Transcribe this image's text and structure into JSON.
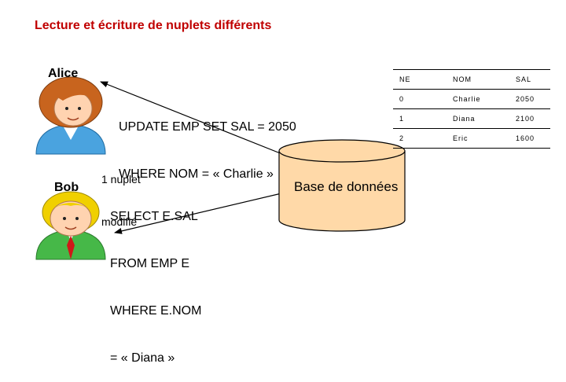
{
  "slide": {
    "title": "Lecture et écriture de nuplets différents"
  },
  "actors": {
    "alice": {
      "name": "Alice"
    },
    "bob": {
      "name": "Bob"
    }
  },
  "queries": {
    "update": [
      "UPDATE EMP SET SAL = 2050",
      "WHERE NOM = « Charlie »"
    ],
    "select": [
      "SELECT E.SAL",
      "FROM EMP E",
      "WHERE E.NOM",
      "= « Diana »"
    ]
  },
  "note": [
    "1 nuplet",
    "modifié"
  ],
  "database": {
    "label": "Base de données",
    "fill": "#ffd9a8"
  },
  "table": {
    "headers": [
      "NE",
      "NOM",
      "SAL"
    ],
    "rows": [
      [
        "0",
        "Charlie",
        "2050"
      ],
      [
        "1",
        "Diana",
        "2100"
      ],
      [
        "2",
        "Eric",
        "1600"
      ]
    ]
  },
  "colors": {
    "title": "#c00000",
    "alice_hair": "#c8641e",
    "alice_shirt": "#4aa3df",
    "bob_hair": "#f0d000",
    "bob_shirt": "#46b848",
    "tie": "#d01818"
  }
}
